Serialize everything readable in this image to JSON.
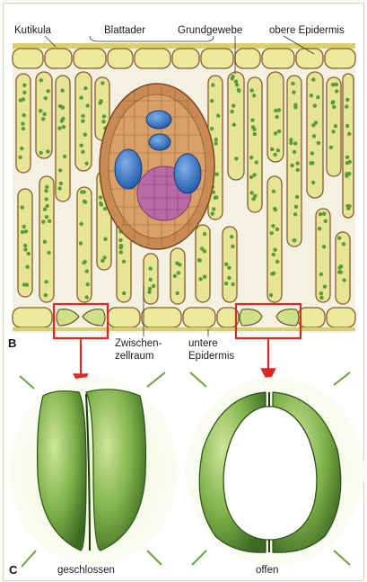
{
  "labels": {
    "kutikula": "Kutikula",
    "blattader": "Blattader",
    "grundgewebe": "Grundgewebe",
    "obere_epidermis": "obere Epidermis",
    "zwischenzellraum_1": "Zwischen-",
    "zwischenzellraum_2": "zellraum",
    "untere_epidermis_1": "untere",
    "untere_epidermis_2": "Epidermis",
    "geschlossen": "geschlossen",
    "offen": "offen"
  },
  "panels": {
    "b": "B",
    "c": "C"
  },
  "colors": {
    "cell_fill": "#e6e596",
    "cell_border": "#8a5a2a",
    "chloroplast": "#5a9a3a",
    "xylem": "#2f73c6",
    "phloem": "#b96aa6",
    "bundle_sheath": "#c98a56",
    "highlight_box": "#e02525",
    "arrow": "#e02525",
    "guard_cell_green": "#7fb24a"
  }
}
